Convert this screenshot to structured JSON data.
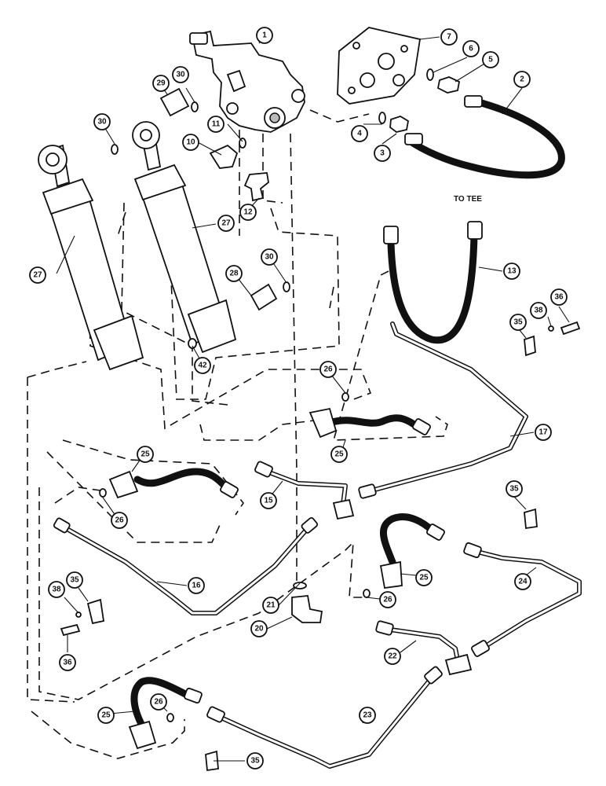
{
  "callouts": {
    "c1": "1",
    "c2": "2",
    "c3": "3",
    "c4": "4",
    "c5": "5",
    "c6": "6",
    "c7": "7",
    "c10": "10",
    "c11": "11",
    "c12": "12",
    "c13": "13",
    "c15": "15",
    "c16": "16",
    "c17": "17",
    "c20": "20",
    "c21": "21",
    "c22": "22",
    "c23": "23",
    "c24": "24",
    "c25a": "25",
    "c25b": "25",
    "c25c": "25",
    "c25d": "25",
    "c26a": "26",
    "c26b": "26",
    "c26c": "26",
    "c26d": "26",
    "c27a": "27",
    "c27b": "27",
    "c28": "28",
    "c29": "29",
    "c30a": "30",
    "c30b": "30",
    "c30c": "30",
    "c35a": "35",
    "c35b": "35",
    "c35c": "35",
    "c35d": "35",
    "c36a": "36",
    "c36b": "36",
    "c38a": "38",
    "c38b": "38",
    "c42": "42"
  },
  "notes": {
    "to_tee": "TO TEE"
  }
}
